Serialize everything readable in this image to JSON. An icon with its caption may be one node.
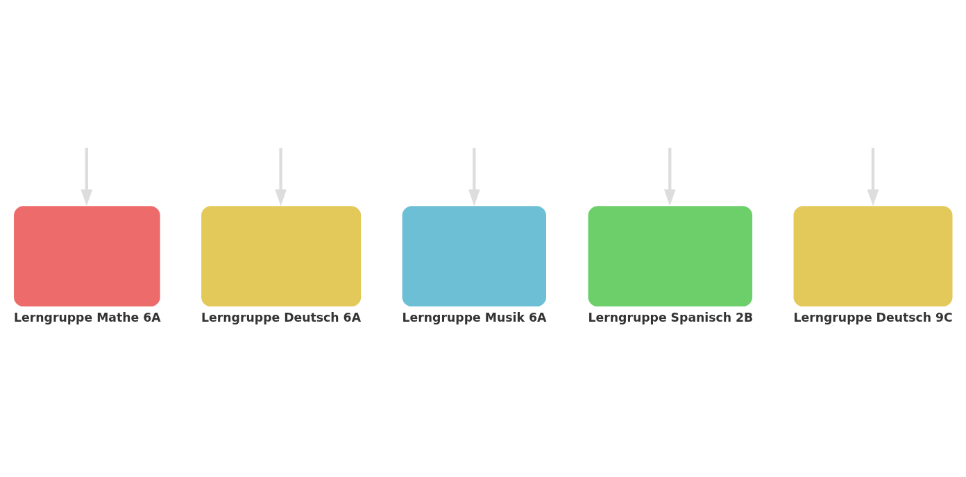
{
  "diagram": {
    "nodes": [
      {
        "text": [
          "Lerngruppe Mathe 6A"
        ]
      },
      {
        "text": [
          "Lerngruppe Deutsch 6A"
        ]
      },
      {
        "text": [
          "Lerngruppe Musik 6A"
        ]
      },
      {
        "text": [
          "Lerngruppe Spanisch 2B"
        ]
      },
      {
        "text": [
          "Lerngruppe Deutsch 9C"
        ]
      }
    ],
    "edges": [
      {
        "from": null,
        "to": 0,
        "arrow": "to"
      },
      {
        "from": null,
        "to": 1,
        "arrow": "to"
      },
      {
        "from": null,
        "to": 2,
        "arrow": "to"
      },
      {
        "from": null,
        "to": 3,
        "arrow": "to"
      },
      {
        "from": null,
        "to": 4,
        "arrow": "to"
      }
    ]
  }
}
